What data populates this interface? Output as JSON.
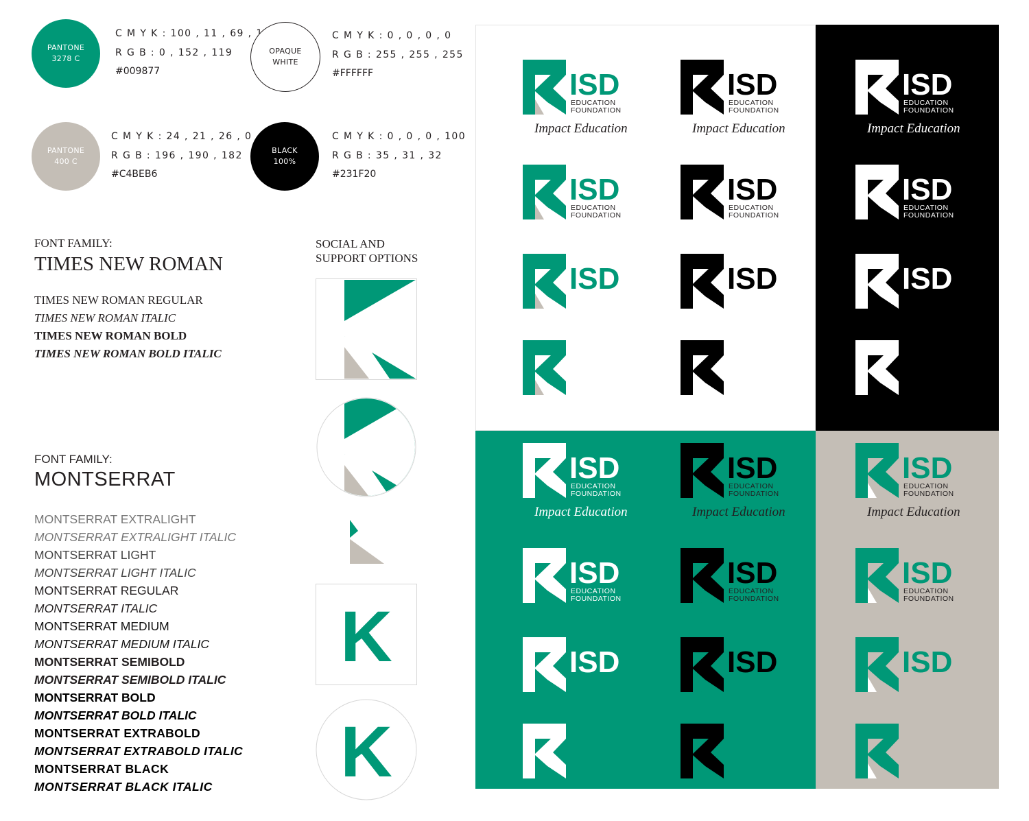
{
  "colors": {
    "green": "#009877",
    "gray": "#C4BEB6",
    "black": "#231F20",
    "white": "#FFFFFF"
  },
  "swatches": [
    {
      "label1": "PANTONE",
      "label2": "3278 C",
      "cmyk": "C M Y K : 100 , 11 , 69 , 1",
      "rgb": "R G B : 0 , 152 , 119",
      "hex": "#009877"
    },
    {
      "label1": "OPAQUE",
      "label2": "WHITE",
      "cmyk": "C M Y K : 0 , 0 , 0 , 0",
      "rgb": "R G B : 255 , 255 , 255",
      "hex": "#FFFFFF"
    },
    {
      "label1": "PANTONE",
      "label2": "400 C",
      "cmyk": "C M Y K : 24 , 21 , 26 , 0",
      "rgb": "R G B : 196 , 190 , 182",
      "hex": "#C4BEB6"
    },
    {
      "label1": "BLACK",
      "label2": "100%",
      "cmyk": "C M Y K : 0 , 0 , 0 , 100",
      "rgb": "R G B : 35 , 31 , 32",
      "hex": "#231F20"
    }
  ],
  "times": {
    "label": "FONT FAMILY:",
    "name": "TIMES NEW ROMAN",
    "styles": [
      "TIMES NEW ROMAN REGULAR",
      "TIMES NEW ROMAN ITALIC",
      "TIMES NEW ROMAN BOLD",
      "TIMES NEW ROMAN BOLD ITALIC"
    ]
  },
  "montserrat": {
    "label": "FONT FAMILY:",
    "name": "MONTSERRAT",
    "styles": [
      "MONTSERRAT EXTRALIGHT",
      "MONTSERRAT EXTRALIGHT ITALIC",
      "MONTSERRAT LIGHT",
      "MONTSERRAT LIGHT ITALIC",
      "MONTSERRAT REGULAR",
      "MONTSERRAT ITALIC",
      "MONTSERRAT MEDIUM",
      "MONTSERRAT MEDIUM ITALIC",
      "MONTSERRAT SEMIBOLD",
      "MONTSERRAT SEMIBOLD ITALIC",
      "MONTSERRAT BOLD",
      "MONTSERRAT BOLD ITALIC",
      "MONTSERRAT EXTRABOLD",
      "MONTSERRAT EXTRABOLD ITALIC",
      "MONTSERRAT BLACK",
      "MONTSERRAT BLACK ITALIC"
    ]
  },
  "social": {
    "title_line1": "SOCIAL AND",
    "title_line2": "SUPPORT OPTIONS"
  },
  "logo": {
    "wordmark": "ISD",
    "letter": "K",
    "sub1": "EDUCATION",
    "sub2": "FOUNDATION",
    "tagline": "Impact Education"
  }
}
